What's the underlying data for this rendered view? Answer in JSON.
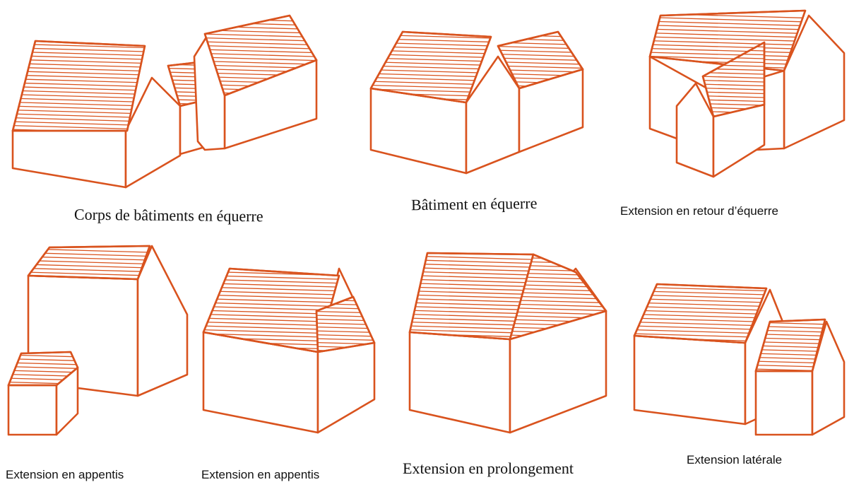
{
  "figure": {
    "colors": {
      "line": "#d9531e",
      "background": "#ffffff",
      "text": "#111111"
    },
    "captions": {
      "corps_batiments": "Corps de bâtiments en équerre",
      "batiment_equerre": "Bâtiment en équerre",
      "retour_equerre": "Extension en retour d’équerre",
      "appentis_1": "Extension en appentis",
      "appentis_2": "Extension en appentis",
      "prolongement": "Extension en prolongement",
      "laterale": "Extension latérale"
    }
  }
}
